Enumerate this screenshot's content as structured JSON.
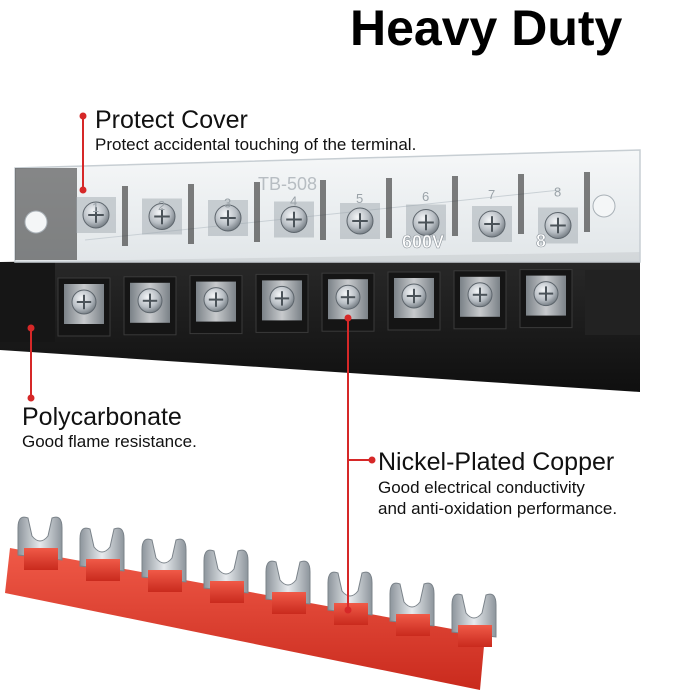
{
  "title": "Heavy Duty",
  "callouts": {
    "protect_cover": {
      "title": "Protect Cover",
      "body": "Protect accidental touching of the terminal."
    },
    "polycarbonate": {
      "title": "Polycarbonate",
      "body": "Good flame resistance."
    },
    "nickel_plated": {
      "title": "Nickel-Plated Copper",
      "body_line1": "Good electrical conductivity",
      "body_line2": "and anti-oxidation performance."
    }
  },
  "cover_markings": {
    "model": "TB-508",
    "voltage": "600V",
    "current": "8",
    "numbers": [
      "1",
      "2",
      "3",
      "4",
      "5",
      "6",
      "7",
      "8"
    ]
  },
  "colors": {
    "accent_red": "#d62828",
    "jumper_red": "#e03a2c",
    "block_black": "#1b1b1b",
    "metal": "#b8bec4"
  }
}
